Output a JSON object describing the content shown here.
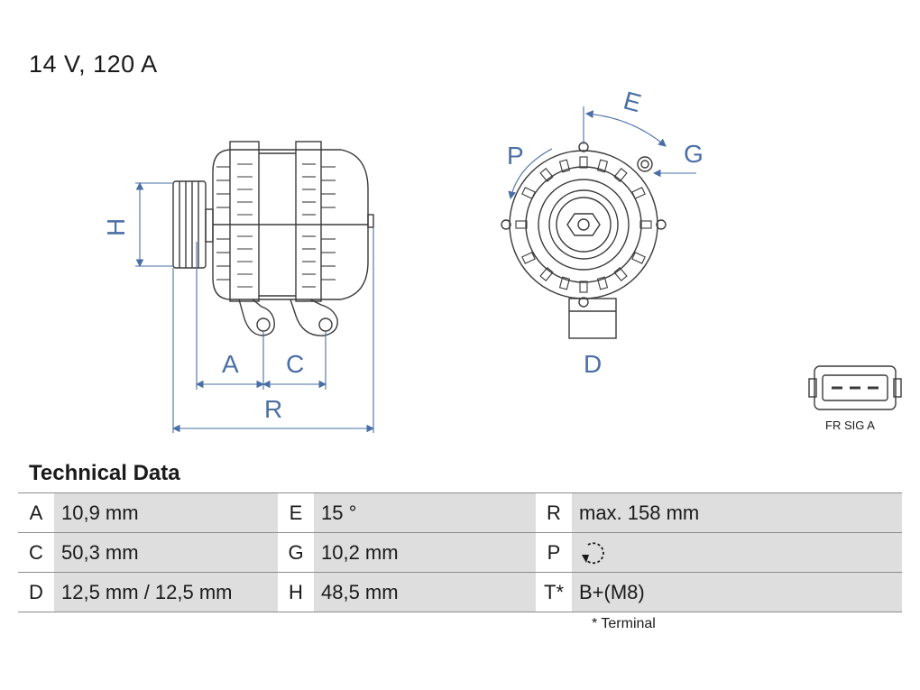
{
  "headline": "14 V, 120 A",
  "drawing": {
    "dim_labels": {
      "H": "H",
      "A": "A",
      "C": "C",
      "R": "R",
      "E": "E",
      "P": "P",
      "G": "G",
      "D": "D"
    },
    "connector_label": "FR SIG A",
    "line_color": "#3a3a3a",
    "dimension_color": "#4a6fa5"
  },
  "technical": {
    "title": "Technical Data",
    "rows": [
      [
        {
          "key": "A",
          "value": "10,9 mm"
        },
        {
          "key": "E",
          "value": "15 °"
        },
        {
          "key": "R",
          "value": "max. 158 mm"
        }
      ],
      [
        {
          "key": "C",
          "value": "50,3 mm"
        },
        {
          "key": "G",
          "value": "10,2 mm"
        },
        {
          "key": "P",
          "value": "",
          "icon": "clockwise-rotation-icon"
        }
      ],
      [
        {
          "key": "D",
          "value": "12,5 mm / 12,5 mm"
        },
        {
          "key": "H",
          "value": "48,5 mm"
        },
        {
          "key": "T*",
          "value": "B+(M8)"
        }
      ]
    ],
    "footnote": "* Terminal"
  }
}
